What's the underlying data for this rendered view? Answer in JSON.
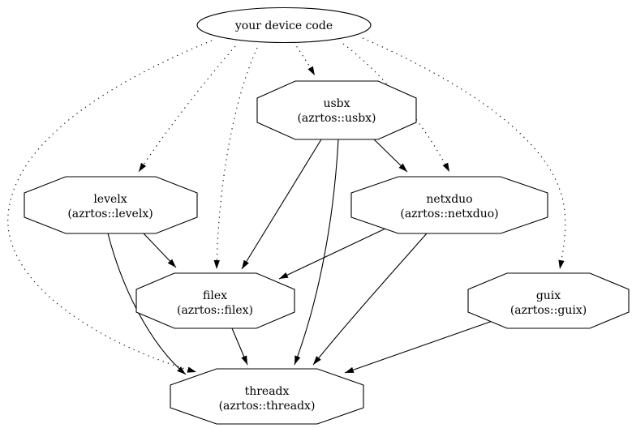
{
  "colors": {
    "background": "#ffffff",
    "stroke": "#000000",
    "text": "#000000"
  },
  "graph": {
    "nodes": {
      "device": {
        "label": "your device code",
        "shape": "ellipse"
      },
      "usbx": {
        "name": "usbx",
        "pkg": "(azrtos::usbx)",
        "shape": "octagon"
      },
      "levelx": {
        "name": "levelx",
        "pkg": "(azrtos::levelx)",
        "shape": "octagon"
      },
      "netxduo": {
        "name": "netxduo",
        "pkg": "(azrtos::netxduo)",
        "shape": "octagon"
      },
      "filex": {
        "name": "filex",
        "pkg": "(azrtos::filex)",
        "shape": "octagon"
      },
      "guix": {
        "name": "guix",
        "pkg": "(azrtos::guix)",
        "shape": "octagon"
      },
      "threadx": {
        "name": "threadx",
        "pkg": "(azrtos::threadx)",
        "shape": "octagon"
      }
    },
    "edges": [
      {
        "from": "device",
        "to": "usbx",
        "style": "dotted"
      },
      {
        "from": "device",
        "to": "levelx",
        "style": "dotted"
      },
      {
        "from": "device",
        "to": "netxduo",
        "style": "dotted"
      },
      {
        "from": "device",
        "to": "filex",
        "style": "dotted"
      },
      {
        "from": "device",
        "to": "guix",
        "style": "dotted"
      },
      {
        "from": "device",
        "to": "threadx",
        "style": "dotted"
      },
      {
        "from": "usbx",
        "to": "netxduo",
        "style": "solid"
      },
      {
        "from": "usbx",
        "to": "filex",
        "style": "solid"
      },
      {
        "from": "usbx",
        "to": "threadx",
        "style": "solid"
      },
      {
        "from": "levelx",
        "to": "filex",
        "style": "solid"
      },
      {
        "from": "levelx",
        "to": "threadx",
        "style": "solid"
      },
      {
        "from": "netxduo",
        "to": "filex",
        "style": "solid"
      },
      {
        "from": "netxduo",
        "to": "threadx",
        "style": "solid"
      },
      {
        "from": "filex",
        "to": "threadx",
        "style": "solid"
      },
      {
        "from": "guix",
        "to": "threadx",
        "style": "solid"
      }
    ]
  }
}
